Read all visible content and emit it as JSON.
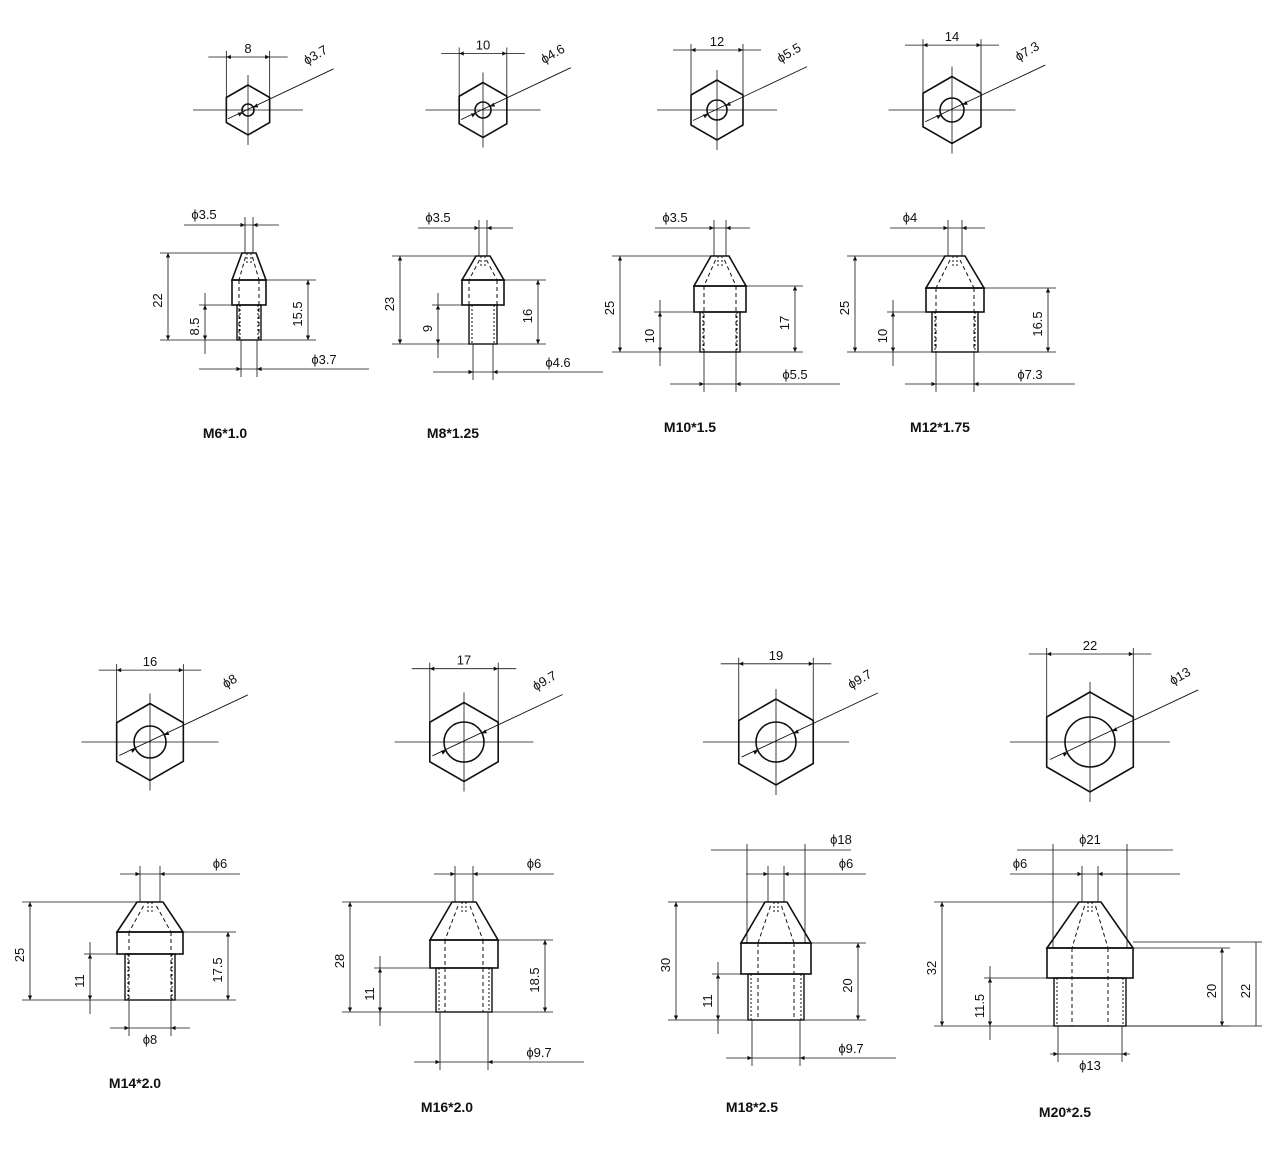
{
  "nozzles": [
    {
      "id": "m6",
      "label": "M6*1.0",
      "hex_w": "8",
      "hole_d": "ϕ3.7",
      "orifice": "ϕ3.5",
      "total_h": "22",
      "thread_len": "8.5",
      "body_h": "15.5",
      "thread_d": "ϕ3.7"
    },
    {
      "id": "m8",
      "label": "M8*1.25",
      "hex_w": "10",
      "hole_d": "ϕ4.6",
      "orifice": "ϕ3.5",
      "total_h": "23",
      "thread_len": "9",
      "body_h": "16",
      "thread_d": "ϕ4.6"
    },
    {
      "id": "m10",
      "label": "M10*1.5",
      "hex_w": "12",
      "hole_d": "ϕ5.5",
      "orifice": "ϕ3.5",
      "total_h": "25",
      "thread_len": "10",
      "body_h": "17",
      "thread_d": "ϕ5.5"
    },
    {
      "id": "m12",
      "label": "M12*1.75",
      "hex_w": "14",
      "hole_d": "ϕ7.3",
      "orifice": "ϕ4",
      "total_h": "25",
      "thread_len": "10",
      "body_h": "16.5",
      "thread_d": "ϕ7.3"
    },
    {
      "id": "m14",
      "label": "M14*2.0",
      "hex_w": "16",
      "hole_d": "ϕ8",
      "orifice": "ϕ6",
      "total_h": "25",
      "thread_len": "11",
      "body_h": "17.5",
      "thread_d": "ϕ8"
    },
    {
      "id": "m16",
      "label": "M16*2.0",
      "hex_w": "17",
      "hole_d": "ϕ9.7",
      "orifice": "ϕ6",
      "total_h": "28",
      "thread_len": "11",
      "body_h": "18.5",
      "thread_d": "ϕ9.7"
    },
    {
      "id": "m18",
      "label": "M18*2.5",
      "hex_w": "19",
      "hole_d": "ϕ9.7",
      "orifice": "ϕ6",
      "extra_d": "ϕ18",
      "total_h": "30",
      "thread_len": "11",
      "body_h": "20",
      "thread_d": "ϕ9.7"
    },
    {
      "id": "m20",
      "label": "M20*2.5",
      "hex_w": "22",
      "hole_d": "ϕ13",
      "orifice": "ϕ6",
      "extra_d": "ϕ21",
      "total_h": "32",
      "thread_len": "11.5",
      "body_h": "20",
      "body_h2": "22",
      "thread_d": "ϕ13"
    }
  ]
}
